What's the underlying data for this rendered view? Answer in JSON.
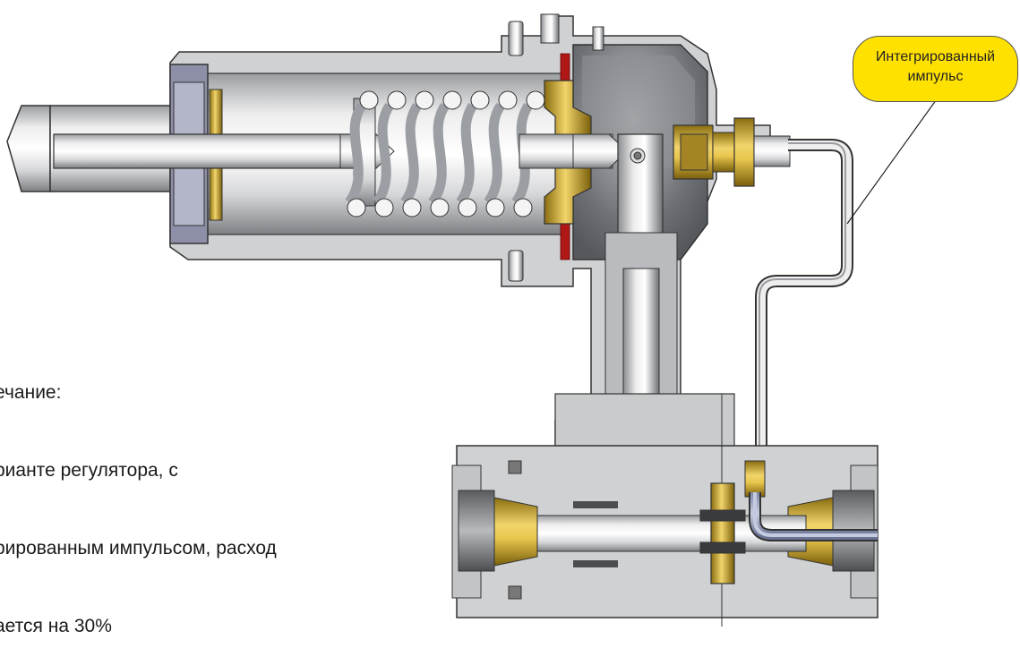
{
  "note": {
    "lines": [
      "ечание:",
      "рианте регулятора, с",
      "рированным импульсом, расход",
      "ается на 30%"
    ]
  },
  "callout": {
    "line1": "Интегрированный",
    "line2": "импульс"
  },
  "colors": {
    "callout_fill": "#ffe100",
    "brass": "#c9a530",
    "steel": "#c8cacd",
    "membrane": "#b01818",
    "impulse_tube": "#9aa2b8"
  }
}
